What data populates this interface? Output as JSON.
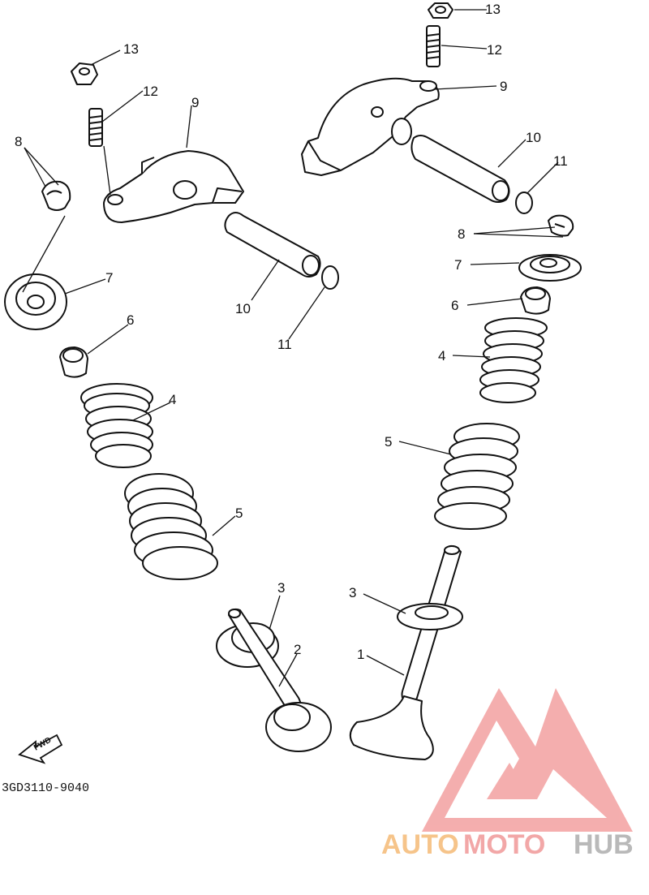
{
  "callouts": {
    "c13_left": "13",
    "c12_left": "12",
    "c9_left": "9",
    "c8_left": "8",
    "c7_left": "7",
    "c10_left": "10",
    "c11_left": "11",
    "c6_left": "6",
    "c4_left": "4",
    "c5_left": "5",
    "c3_left": "3",
    "c2": "2",
    "c13_right": "13",
    "c12_right": "12",
    "c9_right": "9",
    "c10_right": "10",
    "c11_right": "11",
    "c8_right": "8",
    "c7_right": "7",
    "c6_right": "6",
    "c4_right": "4",
    "c5_right": "5",
    "c3_right": "3",
    "c1": "1"
  },
  "fwd_label": "FWD",
  "drawing_code": "3GD3110-9040",
  "watermark": {
    "text_auto": "AUTO",
    "text_moto": "MOTO",
    "text_hub": "HUB",
    "colors": {
      "auto": "#f6c48a",
      "moto": "#f2a7a7",
      "hub": "#b9b9b9",
      "logo": "#f08a8a"
    }
  }
}
